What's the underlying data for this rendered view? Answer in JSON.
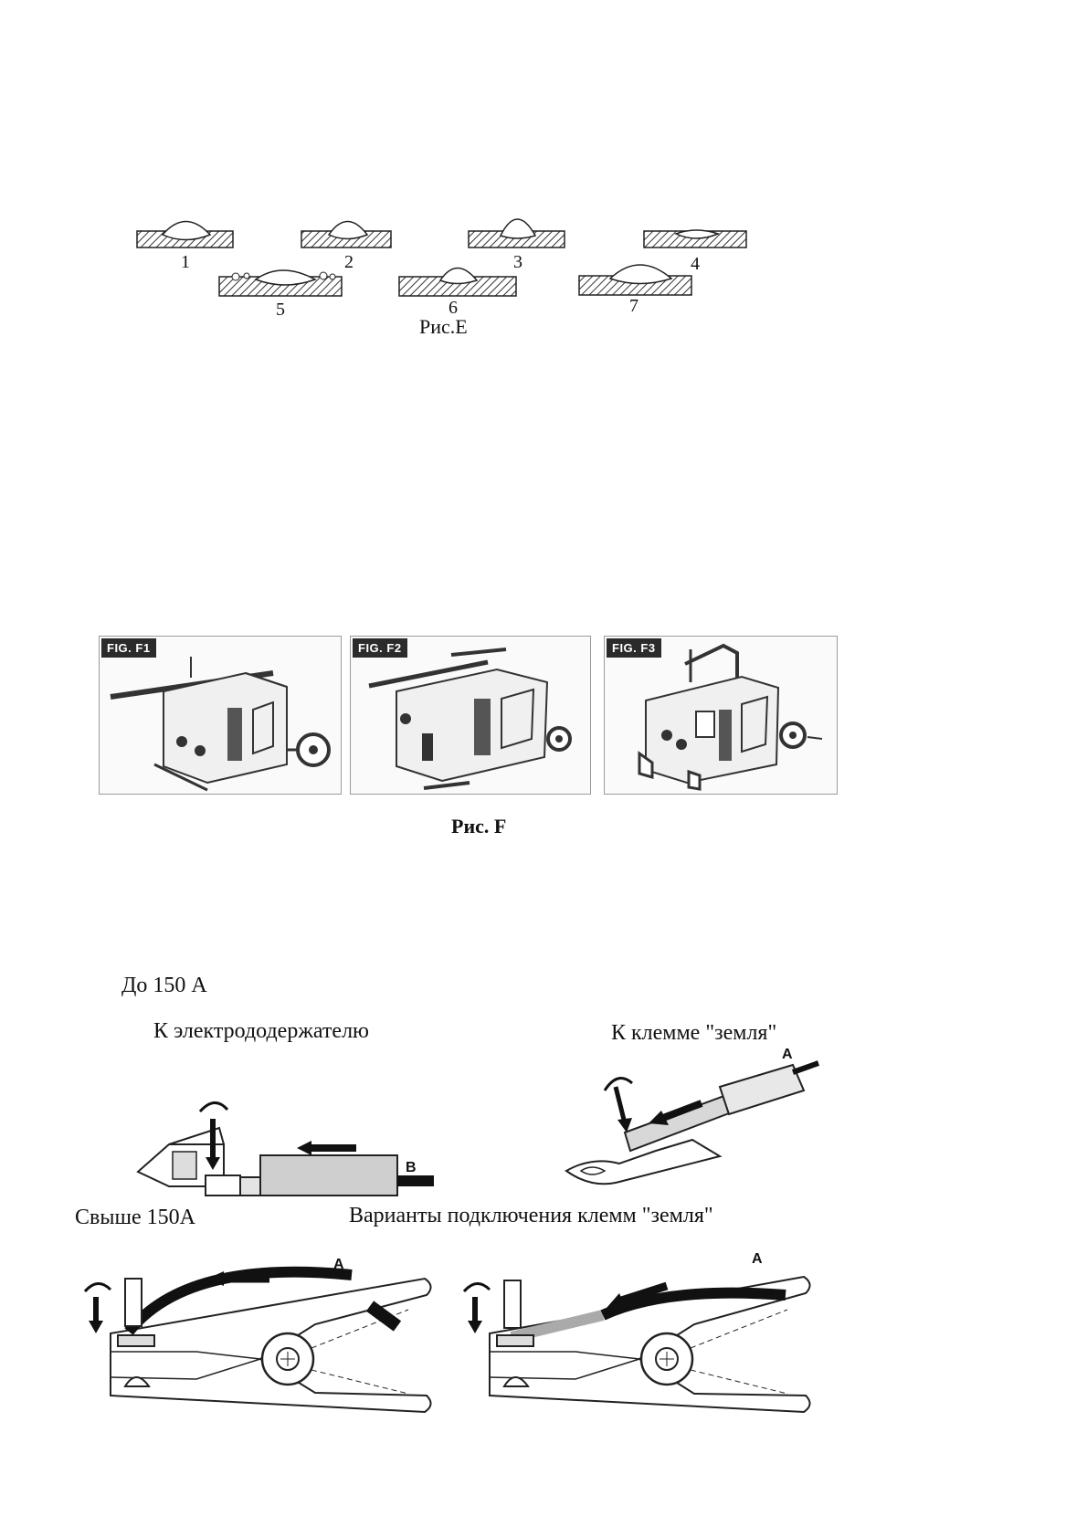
{
  "fig_e": {
    "labels": [
      "1",
      "2",
      "3",
      "4",
      "5",
      "6",
      "7"
    ],
    "caption": "Рис.E"
  },
  "fig_f": {
    "panels": [
      "FIG. F1",
      "FIG. F2",
      "FIG. F3"
    ],
    "caption": "Рис. F"
  },
  "connections": {
    "up_to_150": "До 150 А",
    "to_holder": "К электрододержателю",
    "to_ground": "К клемме \"земля\"",
    "label_b": "B",
    "label_a": "A",
    "above_150": "Свыше 150А",
    "variants": "Варианты подключения клемм \"земля\""
  }
}
